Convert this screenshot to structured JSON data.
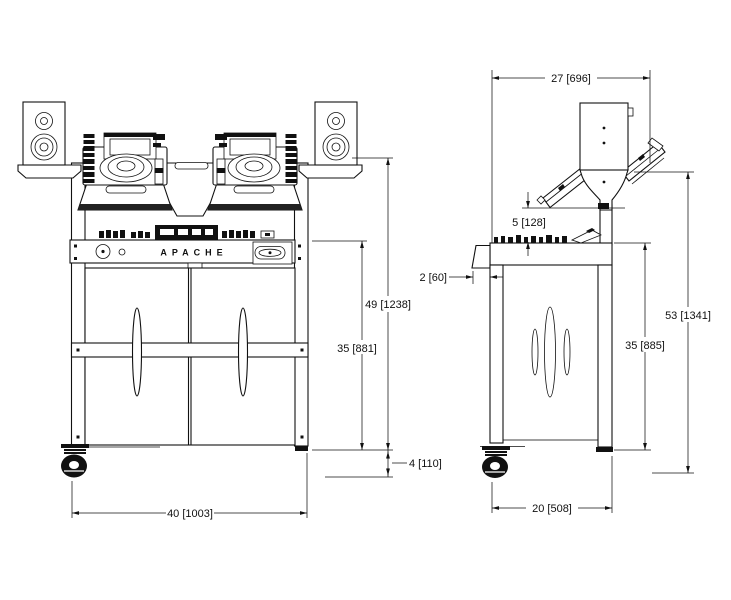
{
  "brand": {
    "label": "APACHE"
  },
  "dims": {
    "front_speaker_shelf_height": "49 [1238]",
    "front_table_height": "35 [881]",
    "front_caster_height": "4 [110]",
    "front_width": "40 [1003]",
    "side_top_width": "27 [696]",
    "side_clearance": "5 [128]",
    "side_overhang": "2 [60]",
    "side_total_height": "53 [1341]",
    "side_table_height": "35 [885]",
    "side_depth": "20 [508]"
  }
}
